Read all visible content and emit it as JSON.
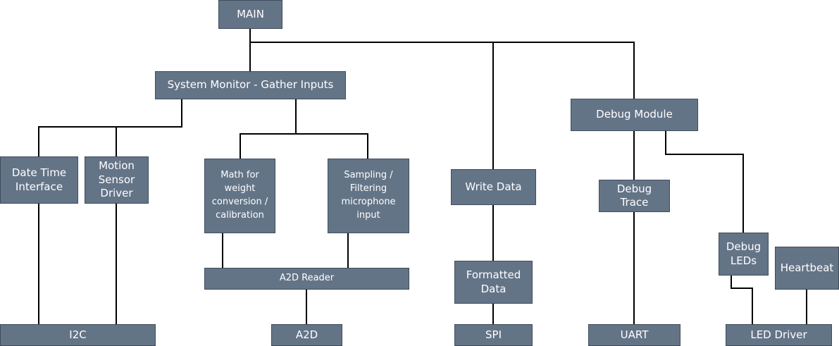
{
  "diagram": {
    "nodes": {
      "main": "MAIN",
      "system_monitor": "System Monitor - Gather Inputs",
      "debug_module": "Debug Module",
      "date_time": "Date Time\nInterface",
      "motion_sensor": "Motion\nSensor\nDriver",
      "math_weight": "Math for\nweight\nconversion /\ncalibration",
      "sampling": "Sampling /\nFiltering\nmicrophone\ninput",
      "write_data": "Write Data",
      "debug_trace": "Debug\nTrace",
      "debug_leds": "Debug\nLEDs",
      "heartbeat": "Heartbeat",
      "a2d_reader": "A2D Reader",
      "formatted_data": "Formatted\nData",
      "i2c": "I2C",
      "a2d": "A2D",
      "spi": "SPI",
      "uart": "UART",
      "led_driver": "LED Driver"
    },
    "colors": {
      "box_fill": "#647487",
      "box_border": "#3f4c5c",
      "text": "#ffffff",
      "connector": "#000000"
    }
  }
}
